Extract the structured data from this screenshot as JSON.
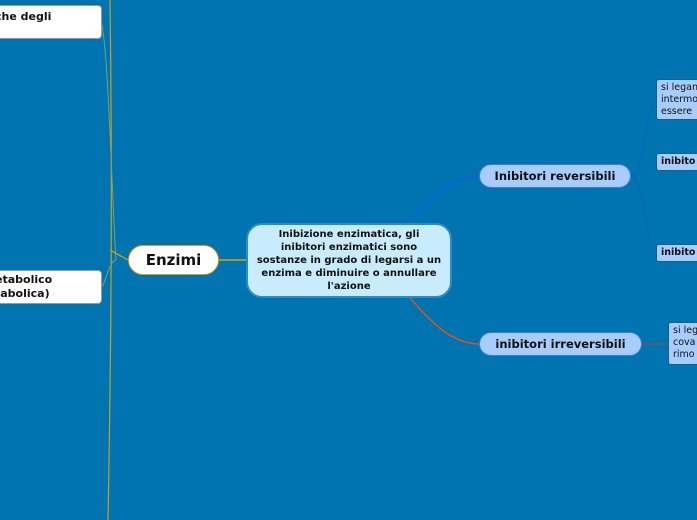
{
  "nodes": {
    "left_top": "che degli",
    "left_mid": "etabolico\ntabolica)",
    "root": "Enzimi",
    "center": "Inibizione enzimatica, gli inibitori enzimatici sono sostanze in grado di legarsi a un enzima e diminuire o annullare l'azione",
    "reversibili": "Inibitori reversibili",
    "irreversibili": "inibitori irreversibili",
    "rev_leaf1": "si legan\nintermo\nessere",
    "rev_leaf2": "inibito",
    "rev_leaf3": "inibito",
    "irr_leaf1": "si leg\ncova\nrimo"
  },
  "colors": {
    "background": "#0074b0",
    "root_link": "#e0a000",
    "rev_link": "#1060e0",
    "irr_link": "#e05020"
  }
}
